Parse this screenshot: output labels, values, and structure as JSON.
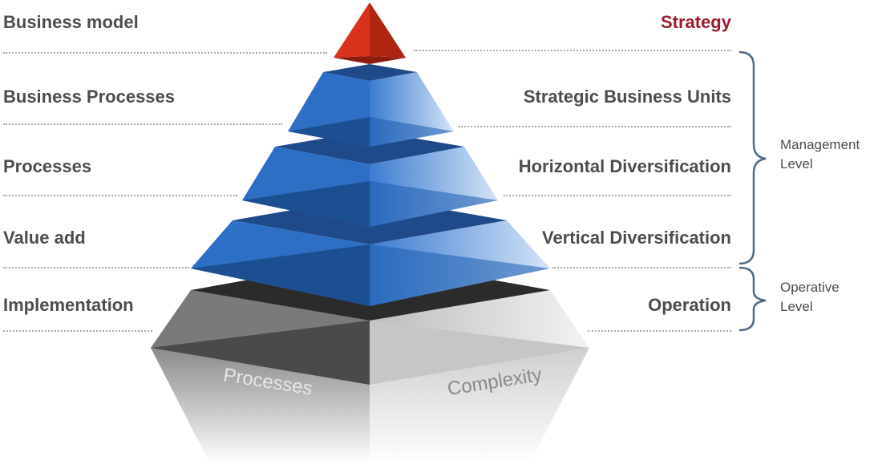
{
  "left_labels": [
    "Business model",
    "Business Processes",
    "Processes",
    "Value add",
    "Implementation"
  ],
  "right_labels": [
    "Strategy",
    "Strategic Business Units",
    "Horizontal Diversification",
    "Vertical Diversification",
    "Operation"
  ],
  "groups": {
    "management": [
      "Management",
      "Level"
    ],
    "operative": [
      "Operative",
      "Level"
    ]
  },
  "base_labels": {
    "left": "Processes",
    "right": "Complexity"
  },
  "colors": {
    "accent": "#9b1b30",
    "text": "#4d4d4d",
    "blue": "#2a6fc4",
    "red": "#c0281a"
  }
}
